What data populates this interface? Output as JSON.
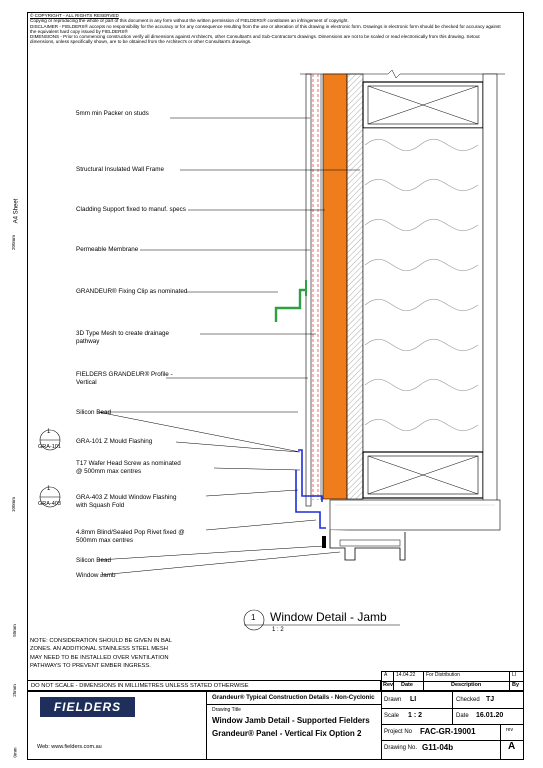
{
  "header": {
    "copyright": "© COPYRIGHT - ALL RIGHTS RESERVED",
    "line1": "Copying or reproducing the whole or part of this document in any form without the written permission of FIELDERS® constitutes an infringement of copyright.",
    "line2": "DISCLAIMER - FIELDERS® accepts no responsibility for the accuracy or for any consequence resulting from the use or alteration of this drawing in electronic form. Drawings in electronic form should be checked for accuracy against",
    "line3": "the equivalent hard copy issued by FIELDERS®",
    "line4": "DIMENSIONS - Prior to commencing construction verify all dimensions against Architect's, other Consultant's and Sub-Contractor's drawings. Dimensions are not to be scaled or read electronically from this drawing. Setout",
    "line5": "dimensions, unless specifically shown, are to be obtained from the Architect's or other Consultant's drawings."
  },
  "ruler": {
    "sheet": "A4 Sheet",
    "marks": [
      "200mm",
      "100mm",
      "50mm",
      "25mm",
      "0mm"
    ]
  },
  "labels": {
    "packer": "5mm min Packer on studs",
    "frame": "Structural Insulated Wall Frame",
    "cladding_support": "Cladding Support fixed to manuf. specs",
    "membrane": "Permeable Membrane",
    "clip": "GRANDEUR® Fixing Clip as nominated",
    "mesh": "3D Type Mesh to create drainage\npathway",
    "profile": "FIELDERS GRANDEUR® Profile -\nVertical",
    "silicon1": "Silicon Bead",
    "gra101": "GRA-101 Z Mould Flashing",
    "screw": "T17 Wafer Head Screw as nominated\n@ 500mm max centres",
    "gra403": "GRA-403 Z Mould Window Flashing\nwith Squash Fold",
    "rivet": "4.8mm Blind/Sealed Pop Rivet fixed @\n500mm max centres",
    "silicon2": "Silicon Bead",
    "jamb": "Window Jamb"
  },
  "callouts": [
    {
      "num": "1",
      "ref": "GRA-101"
    },
    {
      "num": "1",
      "ref": "GRA-403"
    }
  ],
  "detail": {
    "num": "1",
    "title": "Window Detail - Jamb",
    "scale": "1 : 2"
  },
  "note": "NOTE: CONSIDERATION SHOULD BE GIVEN IN BAL\nZONES. AN ADDITIONAL STAINLESS STEEL MESH\nMAY NEED TO BE INSTALLED OVER VENTILATION\nPATHWAYS TO PREVENT EMBER INGRESS.",
  "revision_table": {
    "row": {
      "rev": "A",
      "date": "14.04.22",
      "desc": "For Distribution",
      "by": "LI"
    },
    "headers": {
      "rev": "Rev",
      "date": "Date",
      "desc": "Description",
      "by": "By"
    }
  },
  "titleblock": {
    "noscale": "DO NOT SCALE - DIMENSIONS IN MILLIMETRES UNLESS STATED OTHERWISE",
    "series": "Grandeur® Typical Construction Details - Non-Cyclonic",
    "drawing_title_label": "Drawing Title",
    "title1": "Window Jamb Detail - Supported Fielders",
    "title2": "Grandeur® Panel - Vertical Fix Option 2",
    "logo": "FIELDERS",
    "web": "Web: www.fielders.com.au",
    "drawn_label": "Drawn",
    "drawn": "LI",
    "checked_label": "Checked",
    "checked": "TJ",
    "scale_label": "Scale",
    "scale": "1 : 2",
    "date_label": "Date",
    "date": "16.01.20",
    "project_label": "Project No",
    "project": "FAC-GR-19001",
    "rev_label": "rev",
    "drawing_label": "Drawing No.",
    "drawing": "G11-04b",
    "rev": "A"
  },
  "colors": {
    "panel": "#f07d1c",
    "flashing": "#1c2fd8",
    "clip": "#2ea043"
  }
}
